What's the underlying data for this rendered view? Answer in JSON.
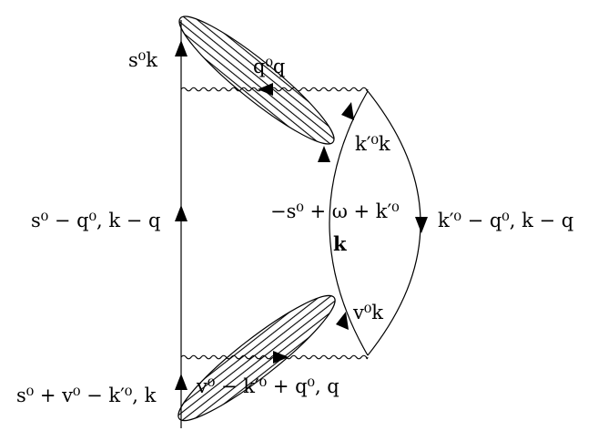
{
  "labels": {
    "s0k": "s⁰k",
    "q0q": "q⁰q",
    "kp0k": "k′⁰k",
    "s0_minus_q0": "s⁰ − q⁰, k − q",
    "minus_s0_omega_kp0": "−s⁰ + ω + k′⁰",
    "k_bold": "k",
    "kp0_minus_q0": "k′⁰ − q⁰, k − q",
    "v0k": "v⁰k",
    "s0_plus_v0_minus_kp0": "s⁰ + v⁰ − k′⁰, k",
    "v0_minus_kp0_plus_q0": "v⁰ − k′⁰ + q⁰, q"
  },
  "colors": {
    "line": "#000000",
    "background": "#ffffff"
  }
}
